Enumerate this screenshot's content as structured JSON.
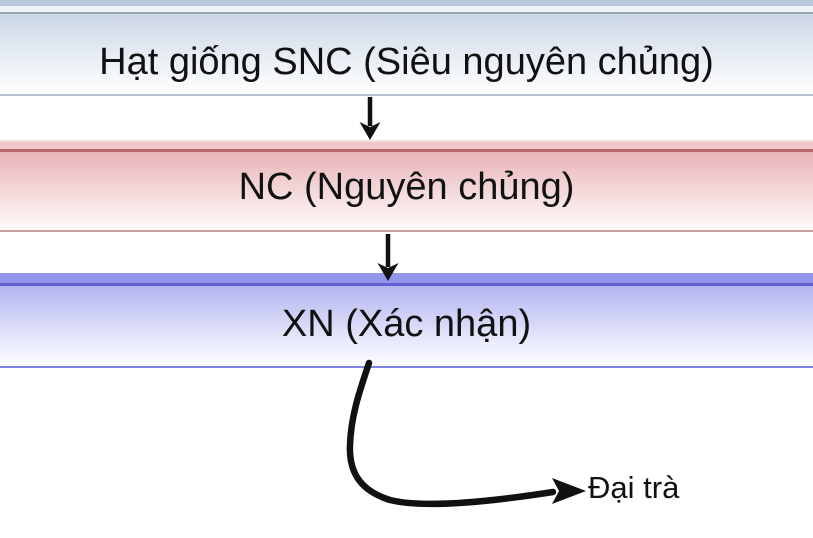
{
  "diagram": {
    "levels": [
      {
        "id": "snc",
        "label": "Hạt giống SNC (Siêu nguyên chủng)",
        "band_color": "#cbd6e6",
        "cap_color": "#b7c7d9",
        "accent_color": "#98a4b1"
      },
      {
        "id": "nc",
        "label": "NC (Nguyên chủng)",
        "band_color": "#e8b4b8",
        "cap_color": "#f1c6ca",
        "accent_color": "#b4666c"
      },
      {
        "id": "xn",
        "label": "XN (Xác nhận)",
        "band_color": "#b3b5f1",
        "cap_color": "#9295e9",
        "accent_color": "#5f61d3"
      }
    ],
    "final_label": "Đại trà",
    "arrows": [
      {
        "name": "arrow-snc-to-nc",
        "from": "Hạt giống SNC (Siêu nguyên chủng)",
        "to": "NC (Nguyên chủng)",
        "style": "straight-down"
      },
      {
        "name": "arrow-nc-to-xn",
        "from": "NC (Nguyên chủng)",
        "to": "XN (Xác nhận)",
        "style": "straight-down"
      },
      {
        "name": "arrow-xn-to-dai-tra",
        "from": "XN (Xác nhận)",
        "to": "Đại trà",
        "style": "curved-down-right"
      }
    ],
    "colors": {
      "arrow": "#111111",
      "text": "#111111",
      "background": "#ffffff"
    }
  }
}
